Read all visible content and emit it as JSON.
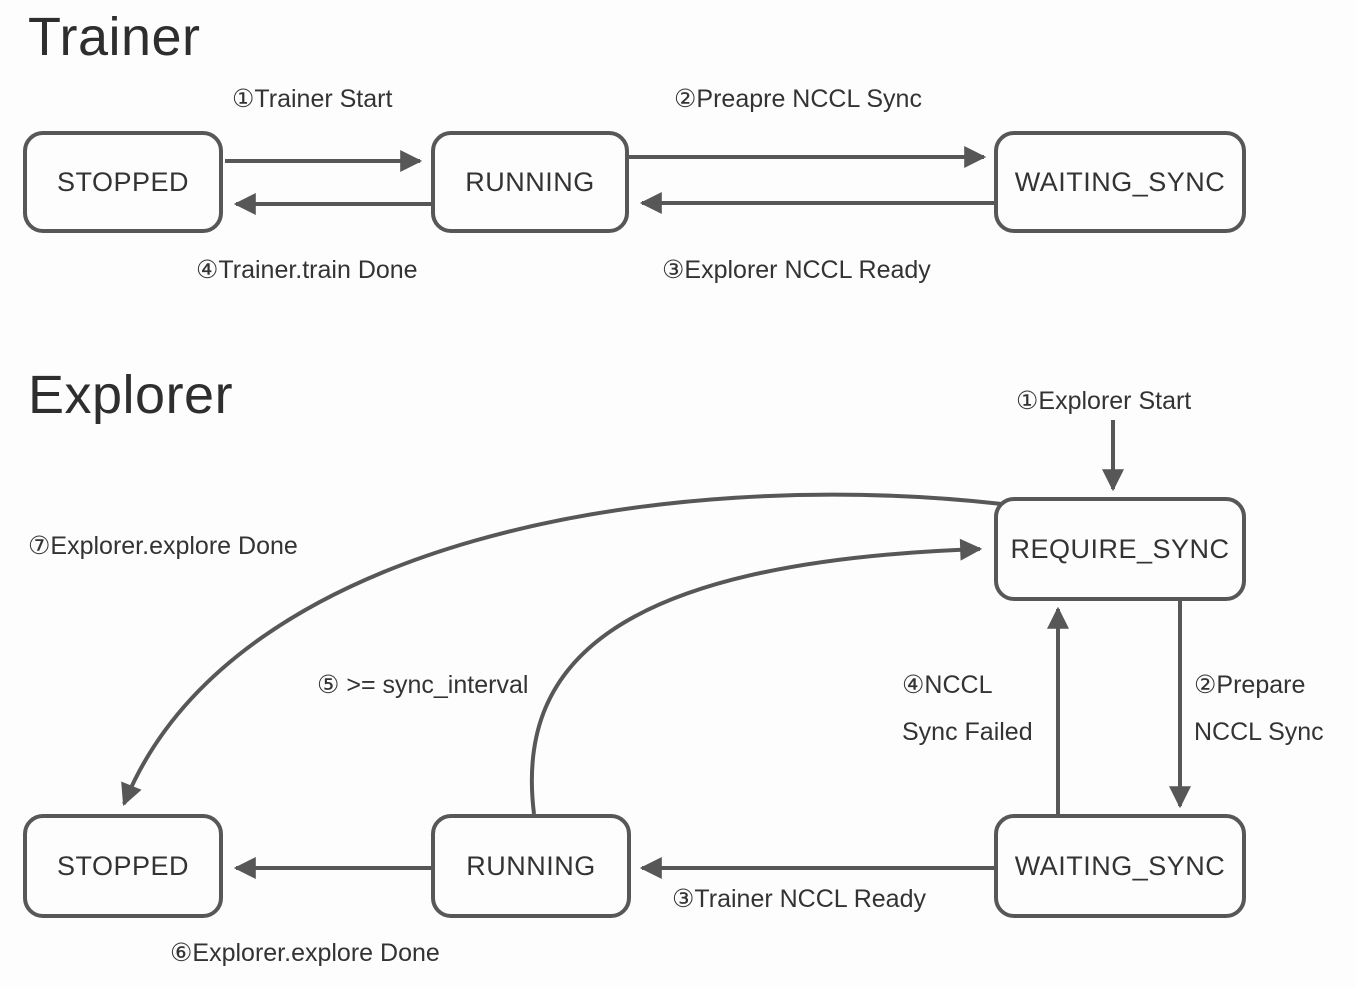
{
  "trainer": {
    "title": "Trainer",
    "states": {
      "stopped": "STOPPED",
      "running": "RUNNING",
      "waiting_sync": "WAITING_SYNC"
    },
    "edges": {
      "start": "①Trainer Start",
      "prepare": "②Preapre NCCL Sync",
      "nccl_ready": "③Explorer NCCL Ready",
      "train_done": "④Trainer.train Done"
    }
  },
  "explorer": {
    "title": "Explorer",
    "states": {
      "require_sync": "REQUIRE_SYNC",
      "stopped": "STOPPED",
      "running": "RUNNING",
      "waiting_sync": "WAITING_SYNC"
    },
    "edges": {
      "start": "①Explorer Start",
      "prepare_l1": "②Prepare",
      "prepare_l2": "NCCL Sync",
      "nccl_ready": "③Trainer NCCL Ready",
      "sync_failed_l1": "④NCCL",
      "sync_failed_l2": "Sync Failed",
      "sync_interval": "⑤ >= sync_interval",
      "explore_done_6": "⑥Explorer.explore Done",
      "explore_done_7": "⑦Explorer.explore Done"
    }
  },
  "colors": {
    "line": "#575757",
    "text": "#333333",
    "background": "#fdfdfd"
  }
}
